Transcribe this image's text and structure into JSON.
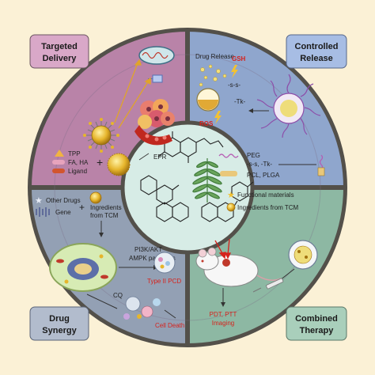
{
  "corners": {
    "targeted_delivery": [
      "Targeted",
      "Delivery"
    ],
    "controlled_release": [
      "Controlled",
      "Release"
    ],
    "drug_synergy": [
      "Drug",
      "Synergy"
    ],
    "combined_therapy": [
      "Combined",
      "Therapy"
    ]
  },
  "targeted": {
    "epr": "EPR",
    "legend": [
      "TPP",
      "FA, HA",
      "Ligand"
    ]
  },
  "release": {
    "drug_release": "Drug Release",
    "gsh": "GSH",
    "ss": "-s-s-",
    "tk": "-Tk-",
    "ros": "ROS",
    "peg": "PEG",
    "ss_tk": "-s-s, -Tk-",
    "pcl": "PCL, PLGA"
  },
  "synergy": {
    "other_drugs": "Other Drugs",
    "gene": "Gene",
    "ingredients": [
      "Ingredients",
      "from TCM"
    ],
    "pathway": [
      "PI3K/AKT",
      "AMPK pathways"
    ],
    "cq": "CQ",
    "type2": "Type II PCD",
    "cell_death": "Cell Death"
  },
  "combined": {
    "functional": "Functional materials",
    "ingredients": "Ingredients  from TCM",
    "pdt": [
      "PDT, PTT",
      "Imaging"
    ]
  },
  "colors": {
    "background": "#fbf1d6",
    "q1": "#b983a8",
    "q2": "#8fa6cd",
    "q3": "#93a0b4",
    "q4": "#8db8a3",
    "center": "#d7ece6",
    "ring": "#53504a",
    "accent_red": "#d6221c"
  }
}
